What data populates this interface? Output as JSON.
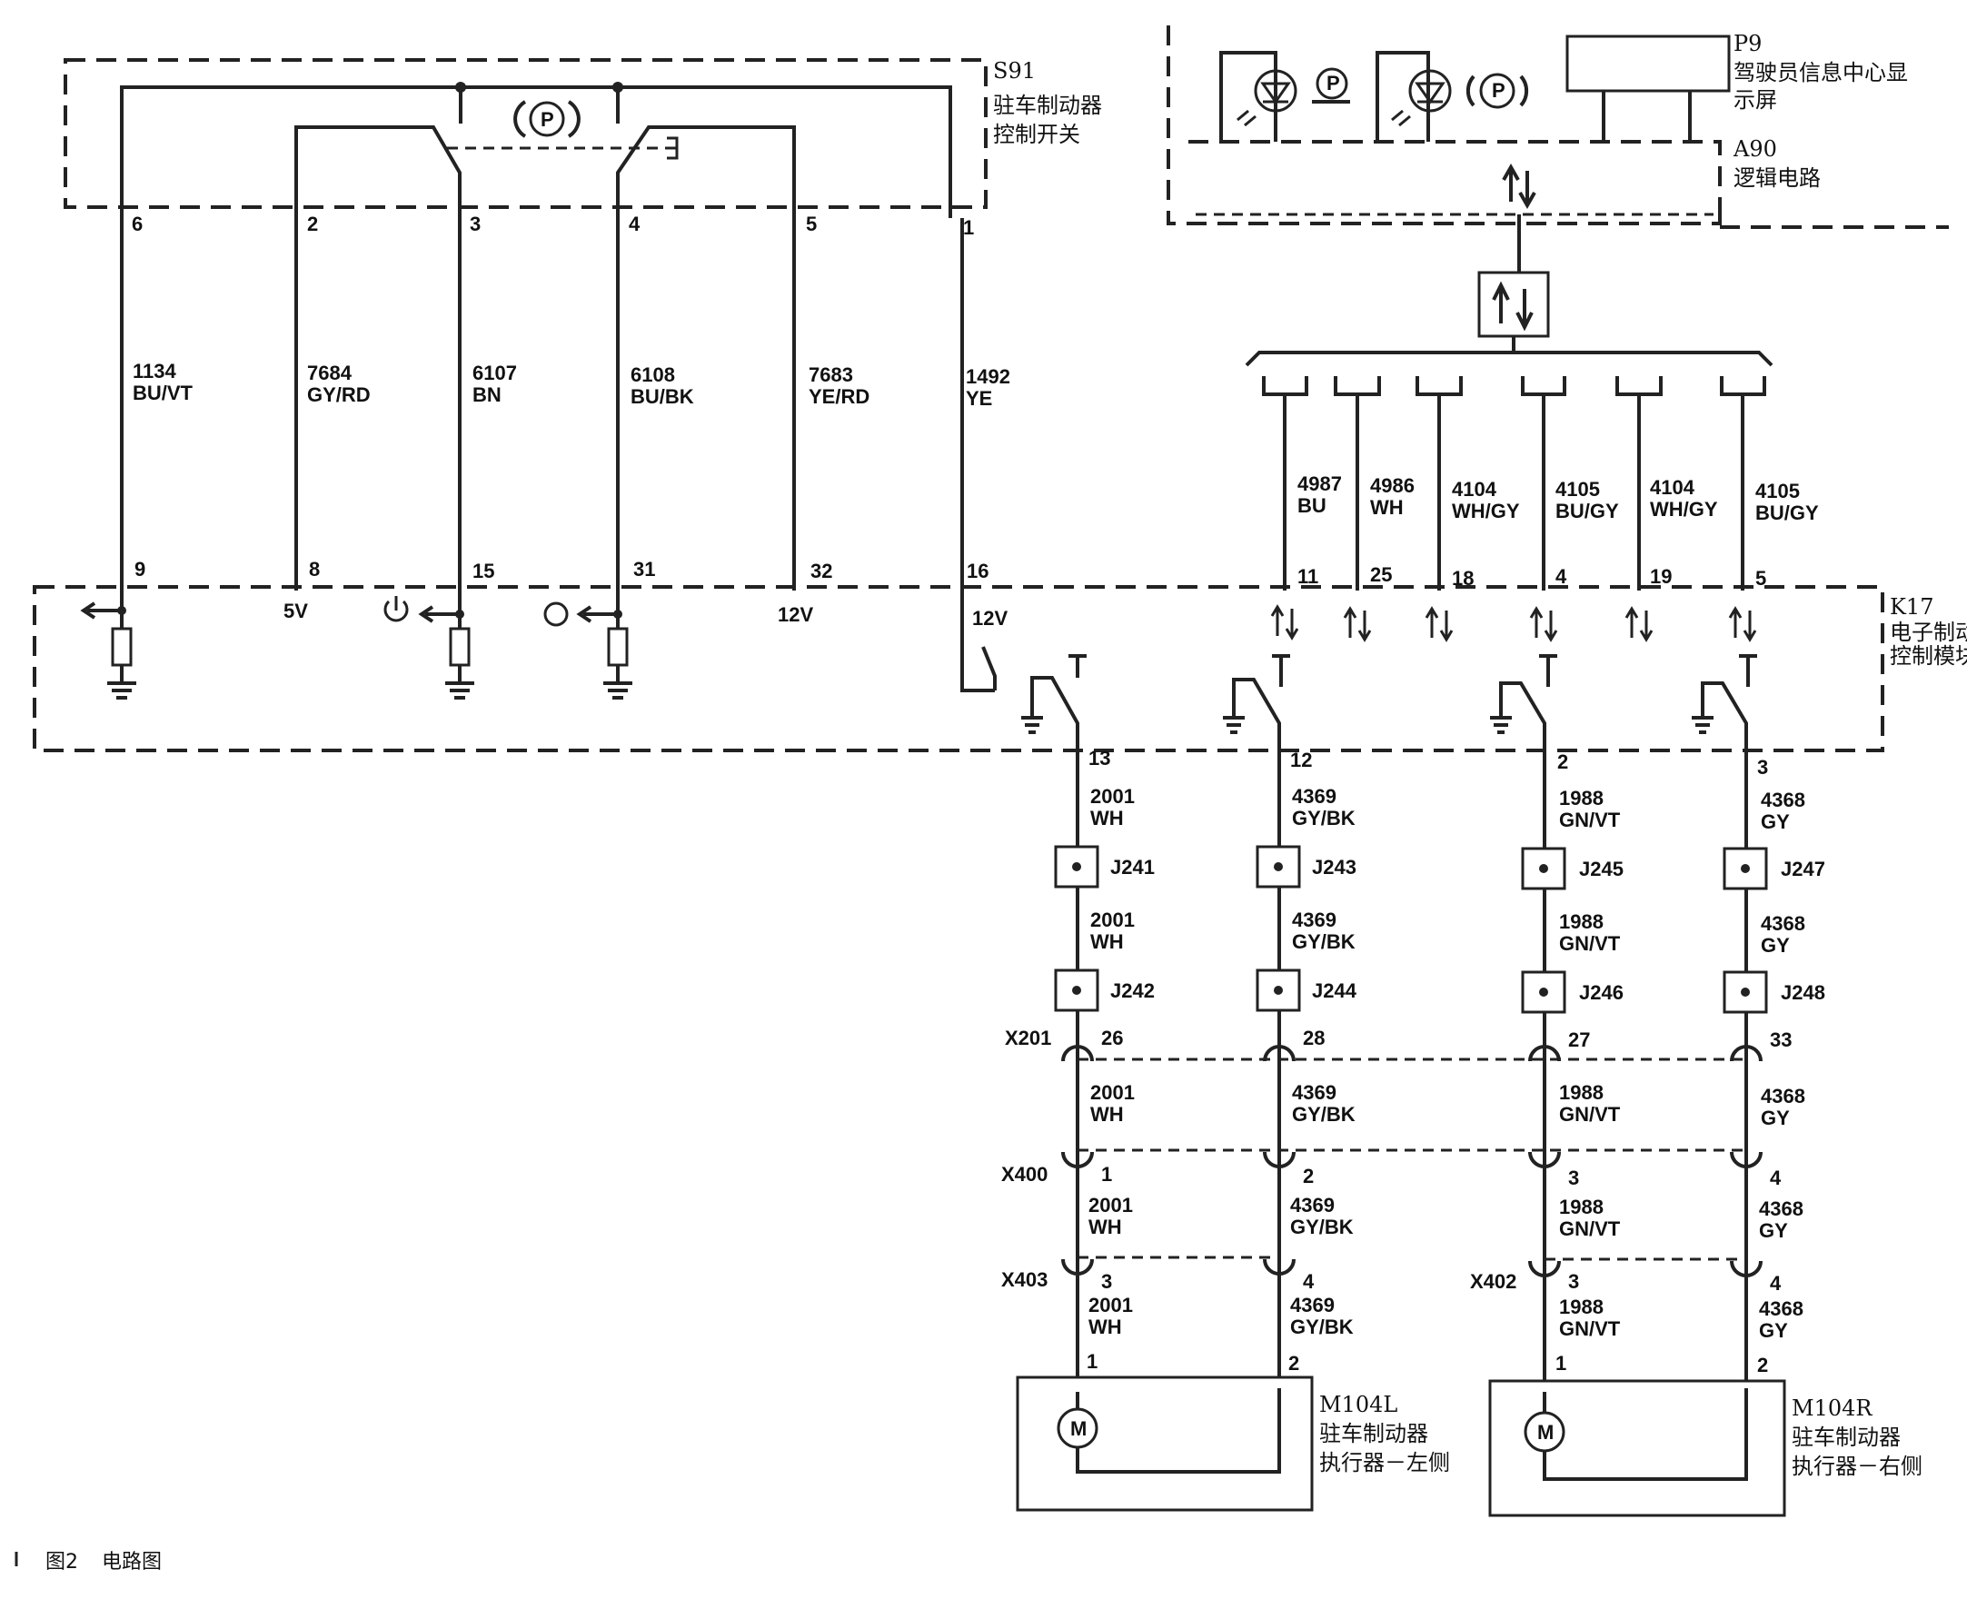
{
  "components": {
    "s91": {
      "id": "S91",
      "line1": "驻车制动器",
      "line2": "控制开关"
    },
    "p9": {
      "id": "P9",
      "line1": "驾驶员信息中心显",
      "line2": "示屏"
    },
    "a90": {
      "id": "A90",
      "line1": "逻辑电路"
    },
    "k17": {
      "id": "K17",
      "line1": "电子制动",
      "line2": "控制模块"
    },
    "m104l": {
      "id": "M104L",
      "line1": "驻车制动器",
      "line2": "执行器－左侧"
    },
    "m104r": {
      "id": "M104R",
      "line1": "驻车制动器",
      "line2": "执行器－右侧"
    }
  },
  "switch_wires": [
    {
      "top_pin": "6",
      "bottom_pin": "9",
      "circuit": "1134",
      "color": "BU/VT"
    },
    {
      "top_pin": "2",
      "bottom_pin": "8",
      "circuit": "7684",
      "color": "GY/RD"
    },
    {
      "top_pin": "3",
      "bottom_pin": "15",
      "circuit": "6107",
      "color": "BN"
    },
    {
      "top_pin": "4",
      "bottom_pin": "31",
      "circuit": "6108",
      "color": "BU/BK"
    },
    {
      "top_pin": "5",
      "bottom_pin": "32",
      "circuit": "7683",
      "color": "YE/RD"
    },
    {
      "top_pin": "1",
      "bottom_pin": "16",
      "circuit": "1492",
      "color": "YE"
    }
  ],
  "k17_labels": {
    "v5": "5V",
    "v12a": "12V",
    "v12b": "12V"
  },
  "bus_wires": [
    {
      "pin": "11",
      "circuit": "4987",
      "color": "BU"
    },
    {
      "pin": "25",
      "circuit": "4986",
      "color": "WH"
    },
    {
      "pin": "18",
      "circuit": "4104",
      "color": "WH/GY"
    },
    {
      "pin": "4",
      "circuit": "4105",
      "color": "BU/GY"
    },
    {
      "pin": "19",
      "circuit": "4104",
      "color": "WH/GY"
    },
    {
      "pin": "5",
      "circuit": "4105",
      "color": "BU/GY"
    }
  ],
  "motor_wires": [
    {
      "k17_pin": "13",
      "circuit": "2001",
      "color": "WH",
      "j1": "J241",
      "j2": "J242",
      "x201_pin": "26",
      "x400_pin": "1",
      "x40x_pin": "3",
      "motor_pin": "1"
    },
    {
      "k17_pin": "12",
      "circuit": "4369",
      "color": "GY/BK",
      "j1": "J243",
      "j2": "J244",
      "x201_pin": "28",
      "x400_pin": "2",
      "x40x_pin": "4",
      "motor_pin": "2"
    },
    {
      "k17_pin": "2",
      "circuit": "1988",
      "color": "GN/VT",
      "j1": "J245",
      "j2": "J246",
      "x201_pin": "27",
      "x400_pin": "3",
      "x40x_pin": "3",
      "motor_pin": "1"
    },
    {
      "k17_pin": "3",
      "circuit": "4368",
      "color": "GY",
      "j1": "J247",
      "j2": "J248",
      "x201_pin": "33",
      "x400_pin": "4",
      "x40x_pin": "4",
      "motor_pin": "2"
    }
  ],
  "connectors": {
    "x201": "X201",
    "x400": "X400",
    "x403": "X403",
    "x402": "X402"
  },
  "motor_symbol": "M",
  "park_symbol": "P",
  "caption": {
    "figure": "图2",
    "title": "电路图"
  }
}
